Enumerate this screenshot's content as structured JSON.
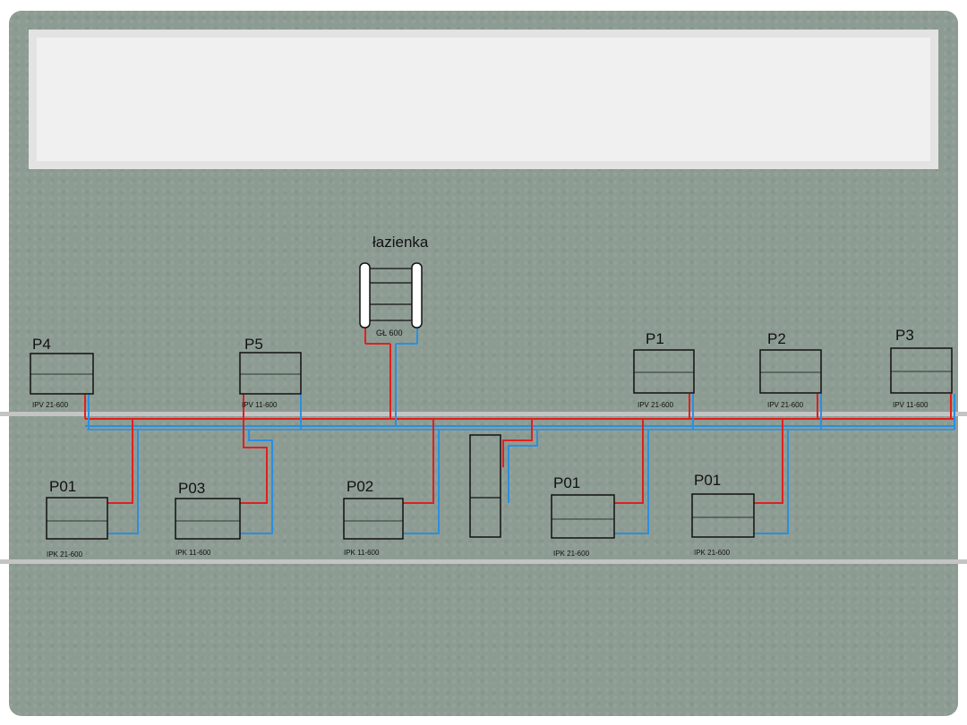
{
  "bathroom_label": "łazienka",
  "bathroom_radiator_code": "GŁ 600",
  "radiators": {
    "P4": {
      "label": "P4",
      "code": "IPV 21-600"
    },
    "P5": {
      "label": "P5",
      "code": "IPV 11-600"
    },
    "P1": {
      "label": "P1",
      "code": "IPV 21-600"
    },
    "P2": {
      "label": "P2",
      "code": "IPV 21-600"
    },
    "P3": {
      "label": "P3",
      "code": "IPV 11-600"
    },
    "P01a": {
      "label": "P01",
      "code": "IPK 21-600"
    },
    "P03": {
      "label": "P03",
      "code": "IPK 11-600"
    },
    "P02": {
      "label": "P02",
      "code": "IPK 11-600"
    },
    "P01b": {
      "label": "P01",
      "code": "IPK 21-600"
    },
    "P01c": {
      "label": "P01",
      "code": "IPK 21-600"
    }
  },
  "colors": {
    "supply": "#e02020",
    "return": "#2b8fe0",
    "slide": "#8d9c93",
    "floor": "#c4c4c4"
  }
}
